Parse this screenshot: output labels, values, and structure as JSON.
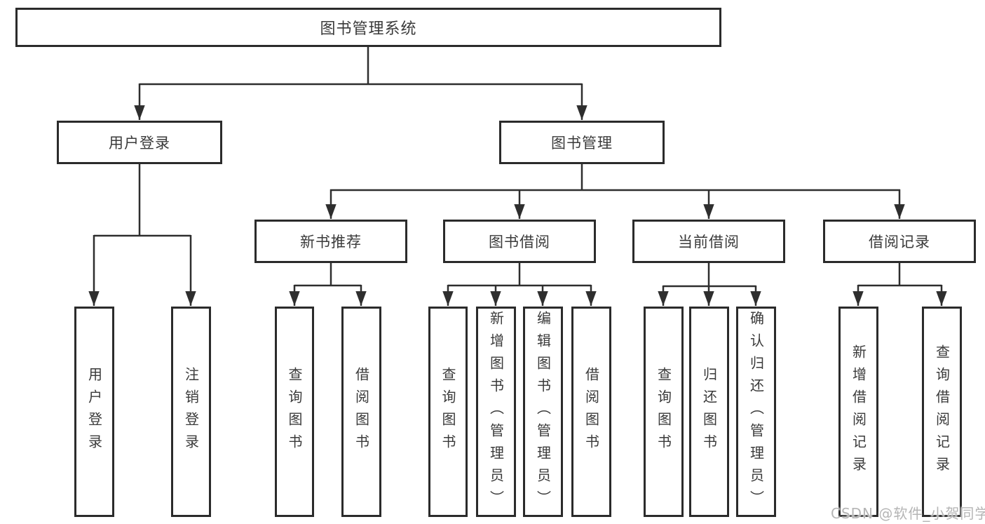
{
  "tree": {
    "root": {
      "label": "图书管理系统"
    },
    "children": [
      {
        "label": "用户登录",
        "children": [
          {
            "label": "用户登录"
          },
          {
            "label": "注销登录"
          }
        ]
      },
      {
        "label": "图书管理",
        "children": [
          {
            "label": "新书推荐",
            "children": [
              {
                "label": "查询图书"
              },
              {
                "label": "借阅图书"
              }
            ]
          },
          {
            "label": "图书借阅",
            "children": [
              {
                "label": "查询图书"
              },
              {
                "label": "新增图书（管理员）"
              },
              {
                "label": "编辑图书（管理员）"
              },
              {
                "label": "借阅图书"
              }
            ]
          },
          {
            "label": "当前借阅",
            "children": [
              {
                "label": "查询图书"
              },
              {
                "label": "归还图书"
              },
              {
                "label": "确认归还（管理员）"
              }
            ]
          },
          {
            "label": "借阅记录",
            "children": [
              {
                "label": "新增借阅记录"
              },
              {
                "label": "查询借阅记录"
              }
            ]
          }
        ]
      }
    ]
  },
  "watermark": {
    "text": "CSDN @软件_小贺同学"
  },
  "colors": {
    "line": "#2e2e2e",
    "box_border": "#2b2b2b",
    "box_fill": "#ffffff",
    "text": "#3a3a3a",
    "watermark": "#b5b5b5",
    "background": "#ffffff"
  }
}
